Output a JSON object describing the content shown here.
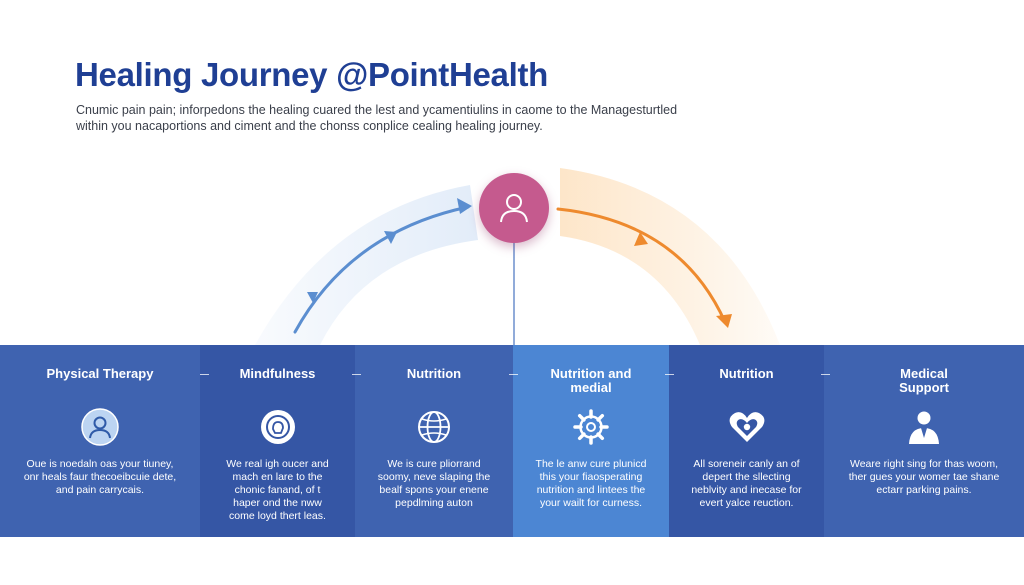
{
  "header": {
    "title": "Healing Journey @PointHealth",
    "subtitle": "Cnumic pain pain; inforpedons the healing cuared the lest and ycamentiulins in caome to the Managesturtled within you nacaportions and ciment and the chonss conplice cealing healing journey."
  },
  "panels": [
    {
      "title": "Physical Therapy",
      "icon": "person-icon",
      "text": "Oue is noedaln oas your tiuney, onr heals faur thecoeibcuie dete, and pain carrycais."
    },
    {
      "title": "Mindfulness",
      "icon": "mind-icon",
      "text": "We real igh oucer and mach en lare to the chonic fanand, of t haper ond the nww come loyd thert leas."
    },
    {
      "title": "Nutrition",
      "icon": "globe-icon",
      "text": "We is cure pliorrand soomy, neve slaping the bealf spons your enene pepdlming auton"
    },
    {
      "title": "Nutrition and medial",
      "icon": "gear-icon",
      "text": "The le anw cure plunicd this your fiaosperating nutrition and lintees the your wailt for curness."
    },
    {
      "title": "Nutrition",
      "icon": "heart-icon",
      "text": "All soreneir canly an of depert the sllecting neblvity and inecase for evert yalce reuction."
    },
    {
      "title": "Medical Support",
      "icon": "doctor-icon",
      "text": "Weare right sing for thas woom, ther gues your womer tae shane ectarr parking pains."
    }
  ],
  "colors": {
    "title": "#1f3f94",
    "band": "#3f63b0",
    "band_dark": "#3556a5",
    "highlight": "#4c86d3",
    "center_node": "#c55a8e",
    "left_arrow": "#5b8ed0",
    "right_arrow": "#ee8a2e"
  }
}
